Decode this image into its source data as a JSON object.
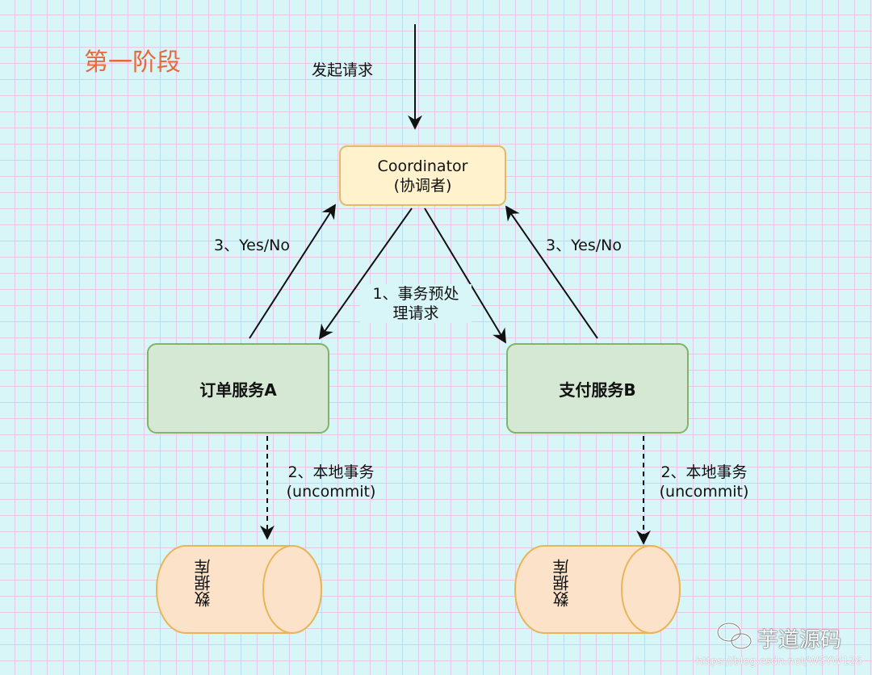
{
  "diagram": {
    "stage_title": "第一阶段",
    "initiate_label": "发起请求",
    "coordinator": {
      "name": "Coordinator",
      "subtitle": "(协调者)"
    },
    "service_a": "订单服务A",
    "service_b": "支付服务B",
    "step1_line1": "1、事务预处",
    "step1_line2": "理请求",
    "step2_line1": "2、本地事务",
    "step2_line2": "(uncommit)",
    "step3": "3、Yes/No",
    "database": "数据库"
  },
  "watermark": {
    "name": "芋道源码",
    "url": "https://blog.csdn.net/WSYW126"
  },
  "colors": {
    "stage_title": "#e86a3c",
    "coordinator_fill": "#fff2cc",
    "coordinator_stroke": "#e8b868",
    "service_fill": "#d5e8d4",
    "service_stroke": "#82b366",
    "database_fill": "#fbe2c8",
    "database_stroke": "#e8b55a"
  }
}
